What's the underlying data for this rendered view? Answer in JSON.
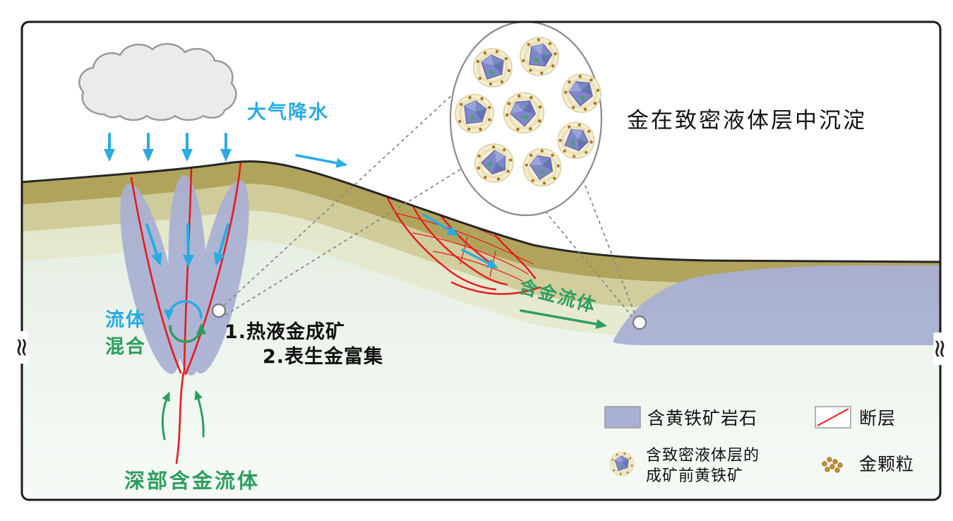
{
  "labels": {
    "precipitation": "大气降水",
    "fluid": "流体",
    "mixing": "混合",
    "process1": "1.热液金成矿",
    "process2": "2.表生金富集",
    "gold_bearing_fluid": "含金流体",
    "deep_gold_fluid": "深部含金流体",
    "inset_caption": "金在致密液体层中沉淀",
    "break_symbol": "≈"
  },
  "legend": {
    "pyrite_rock": "含黄铁矿岩石",
    "fault": "断层",
    "pre_ore_pyrite_line1": "含致密液体层的",
    "pre_ore_pyrite_line2": "成矿前黄铁矿",
    "gold_particles": "金颗粒"
  },
  "colors": {
    "precipitation_blue": "#29abe2",
    "fluid_green": "#2e9e5f",
    "fault_red": "#e8191f",
    "pyrite_rock_purple": "#a9b0d3",
    "gold": "#c08a28",
    "surface_band_tan": "#b0a45c"
  }
}
